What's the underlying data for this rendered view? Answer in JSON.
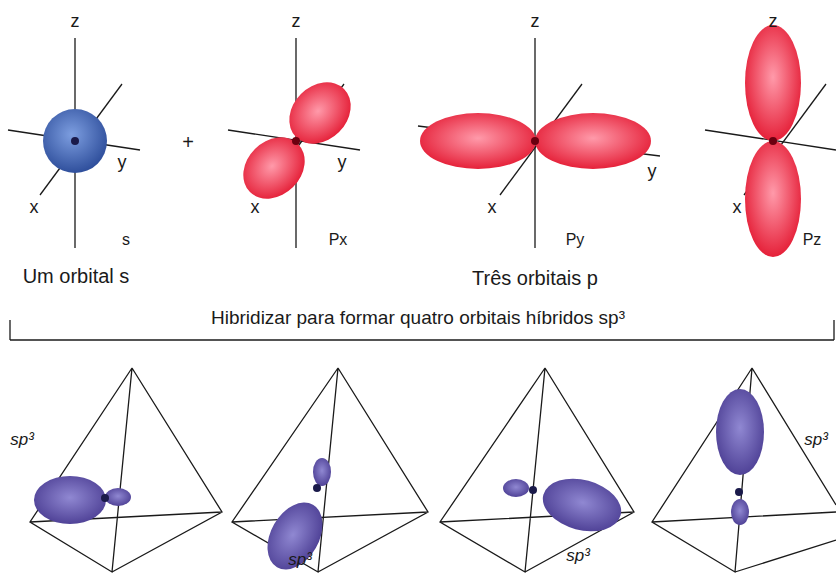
{
  "diagram": {
    "labels": [
      "z",
      "y",
      "x",
      "s",
      "+",
      "z",
      "y",
      "x",
      "Px",
      "z",
      "y",
      "x",
      "Py",
      "z",
      "x",
      "Pz",
      "Um orbital s",
      "Três orbitais p",
      "Hibridizar para formar quatro orbitais híbridos sp³",
      "sp³",
      "sp³",
      "sp³",
      "sp³"
    ]
  }
}
